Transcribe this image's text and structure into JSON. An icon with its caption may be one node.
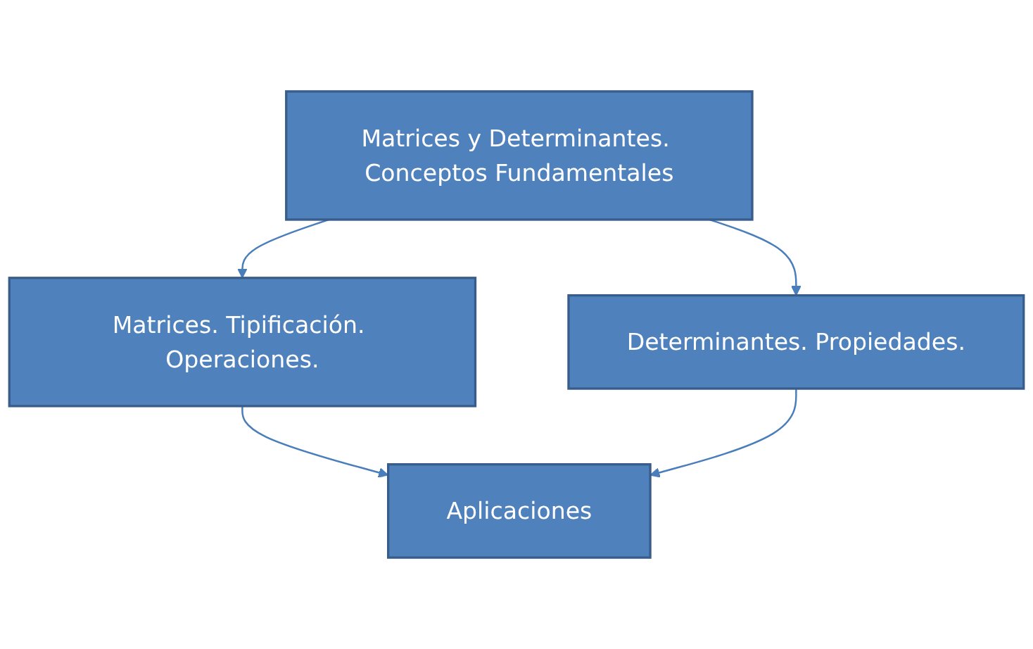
{
  "diagram": {
    "nodes": [
      {
        "text": [
          "Matrices y Determinantes. Conceptos Fundamentales"
        ]
      },
      {
        "text": [
          "Matrices. Tipificación. Operaciones."
        ]
      },
      {
        "text": [
          "Determinantes. Propiedades."
        ]
      },
      {
        "text": [
          "Aplicaciones"
        ]
      }
    ],
    "edges": [
      {
        "from": 0,
        "to": 1,
        "arrow": "to"
      },
      {
        "from": 0,
        "to": 2,
        "arrow": "to"
      },
      {
        "from": 1,
        "to": 3,
        "arrow": "to"
      },
      {
        "from": 2,
        "to": 3,
        "arrow": "to"
      }
    ]
  }
}
